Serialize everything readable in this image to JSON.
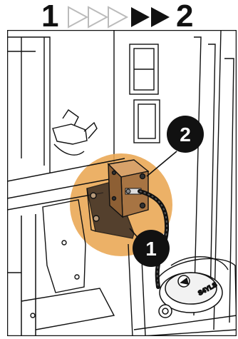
{
  "header": {
    "step_from": "1",
    "step_to": "2"
  },
  "callouts": [
    {
      "label": "1"
    },
    {
      "label": "2"
    }
  ],
  "cap_label": "S4YLS",
  "colors": {
    "highlight": "#e9a652",
    "callout_bg": "#111111",
    "line": "#111111",
    "arrow_outline": "#bbbbbb"
  }
}
